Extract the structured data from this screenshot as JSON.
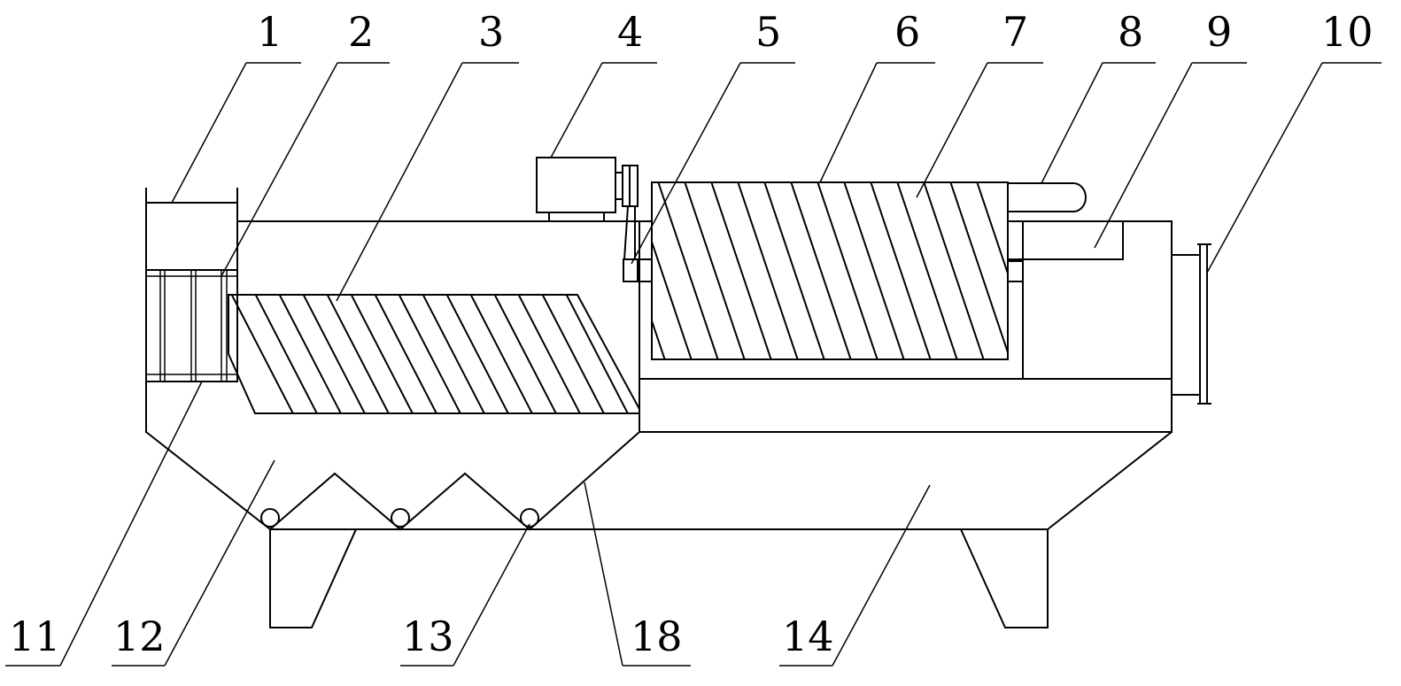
{
  "labels": {
    "l1": "1",
    "l2": "2",
    "l3": "3",
    "l4": "4",
    "l5": "5",
    "l6": "6",
    "l7": "7",
    "l8": "8",
    "l9": "9",
    "l10": "10",
    "l11": "11",
    "l12": "12",
    "l13": "13",
    "l14": "14",
    "l18": "18"
  }
}
